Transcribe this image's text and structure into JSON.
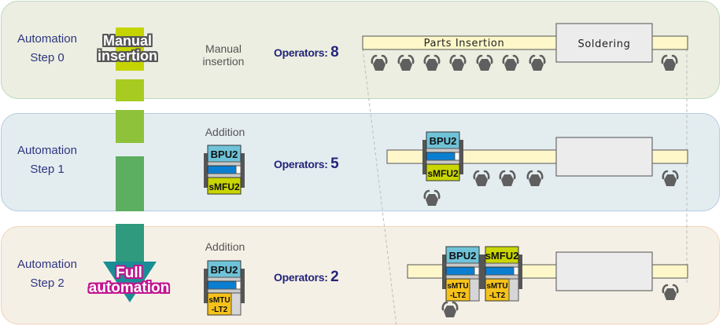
{
  "steps": [
    {
      "label_line1": "Automation",
      "label_line2": "Step 0",
      "change_line1": "Manual",
      "change_line2": "insertion",
      "operators_label": "Operators:",
      "operators_count": "8",
      "conveyor_label": "Parts Insertion",
      "station_label": "Soldering",
      "modules": []
    },
    {
      "label_line1": "Automation",
      "label_line2": "Step 1",
      "change_line1": "Addition",
      "operators_label": "Operators:",
      "operators_count": "5",
      "modules": [
        {
          "top": "BPU2",
          "bottom": "sMFU2"
        }
      ]
    },
    {
      "label_line1": "Automation",
      "label_line2": "Step 2",
      "change_line1": "Addition",
      "operators_label": "Operators:",
      "operators_count": "2",
      "modules": [
        {
          "top": "BPU2",
          "bottom": "sMTU -LT2"
        },
        {
          "top": "sMFU2",
          "bottom": "sMTU -LT2"
        }
      ]
    }
  ],
  "arrow": {
    "start_label_line1": "Manual",
    "start_label_line2": "insertion",
    "end_label_line1": "Full",
    "end_label_line2": "automation"
  },
  "module_labels": {
    "bpu2": "BPU2",
    "smfu2": "sMFU2",
    "smtu_line1": "sMTU",
    "smtu_line2": "-LT2"
  },
  "colors": {
    "step_text": "#2e3680",
    "operators_text": "#23257a",
    "conveyor": "#fdf7c9",
    "station": "#ececec",
    "operator_icon": "#5f5f5f",
    "bpu_blue": "#6fc3d8",
    "smfu_yellow": "#c9d600",
    "smtu_orange": "#f6c21a",
    "full_automation": "#c0168f"
  }
}
